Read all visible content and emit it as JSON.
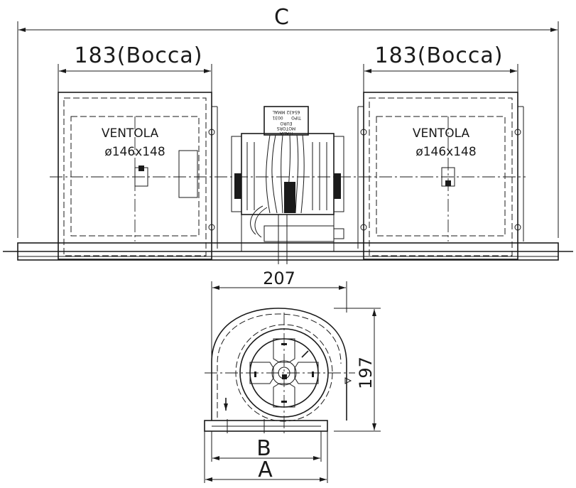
{
  "dimensions": {
    "overall": "C",
    "mouth_left": "183(Bocca)",
    "mouth_right": "183(Bocca)",
    "width": "207",
    "height": "197",
    "base_inner": "B",
    "base_outer": "A"
  },
  "fans": {
    "left": {
      "name": "VENTOLA",
      "size": "ø146x148"
    },
    "right": {
      "name": "VENTOLA",
      "size": "ø146x148"
    }
  },
  "motor_plate": {
    "line1": "ITALIA",
    "line2": "MOTORS",
    "line3": "EURO",
    "line4": "TIPO",
    "line5": "0031",
    "line6": "65432 MMAL"
  }
}
